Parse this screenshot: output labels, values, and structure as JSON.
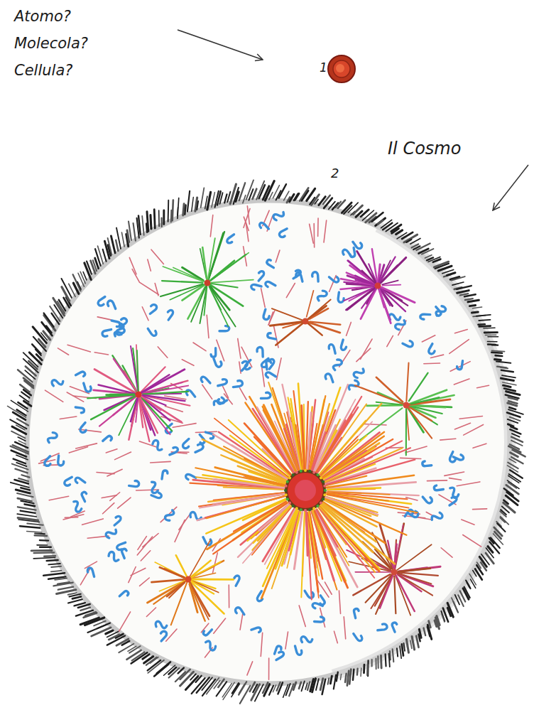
{
  "diagram": {
    "labels": [
      "Atomo?",
      "Molecola?",
      "Cellula?",
      "1",
      "Il Cosmo",
      "2"
    ]
  }
}
